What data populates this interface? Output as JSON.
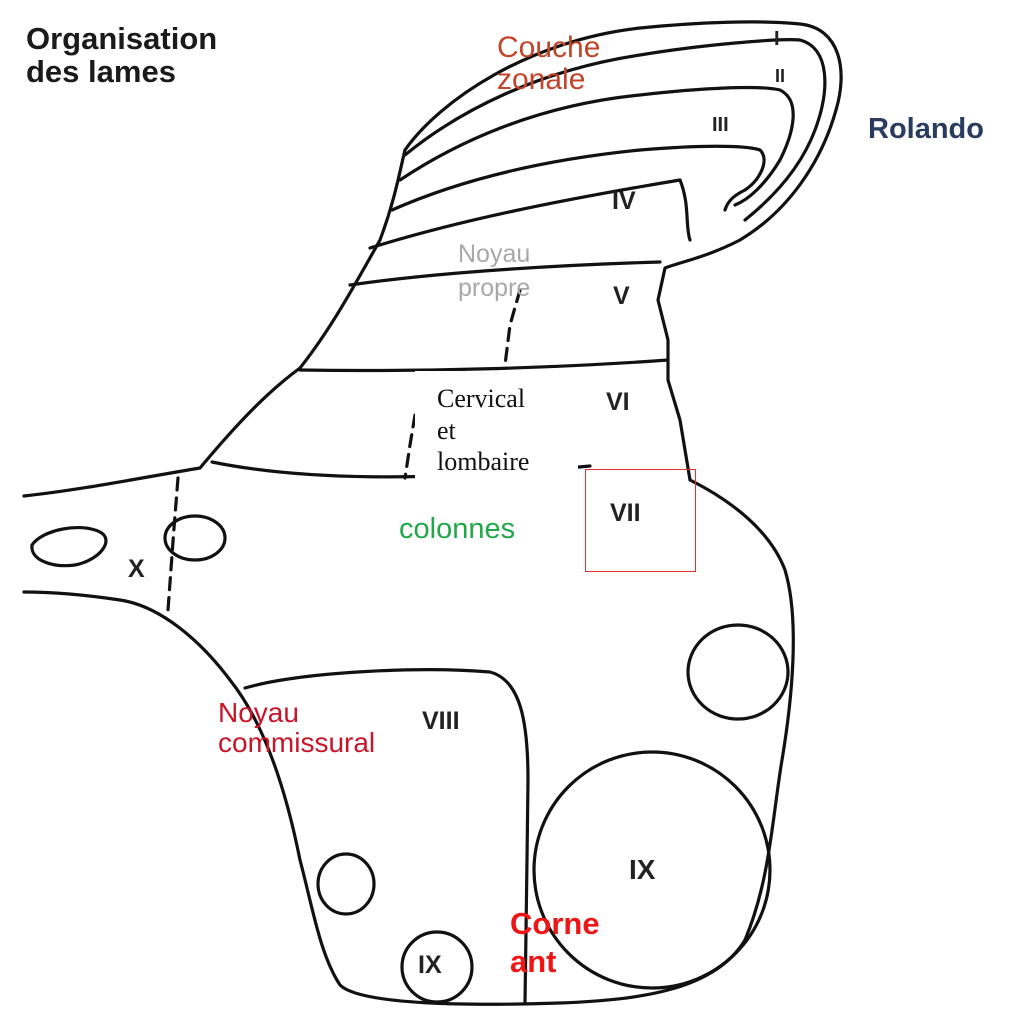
{
  "title": [
    "Organisation",
    "des lames"
  ],
  "labels": {
    "rolando": "Rolando",
    "couche_zonale": [
      "Couche",
      "zonale"
    ],
    "noyau_propre": [
      "Noyau",
      "propre"
    ],
    "cervical": [
      "Cervical",
      "et",
      "lombaire"
    ],
    "colonnes": "colonnes",
    "noyau_commissural": [
      "Noyau",
      "commissural"
    ],
    "corne_ant": [
      "Corne",
      "ant"
    ]
  },
  "laminae": {
    "I": "I",
    "II": "II",
    "III": "III",
    "IV": "IV",
    "V": "V",
    "VI": "VI",
    "VII": "VII",
    "VIII": "VIII",
    "IX_large": "IX",
    "IX_small": "IX",
    "X": "X"
  },
  "colors": {
    "outline": "#111111",
    "couche_zonale": "#c0452a",
    "noyau_propre": "#a8a8a8",
    "colonnes": "#22a84a",
    "noyau_commissural": "#c8152a",
    "corne_ant": "#f01515",
    "rolando": "#2a3c5e",
    "highlight": "#e53030"
  }
}
